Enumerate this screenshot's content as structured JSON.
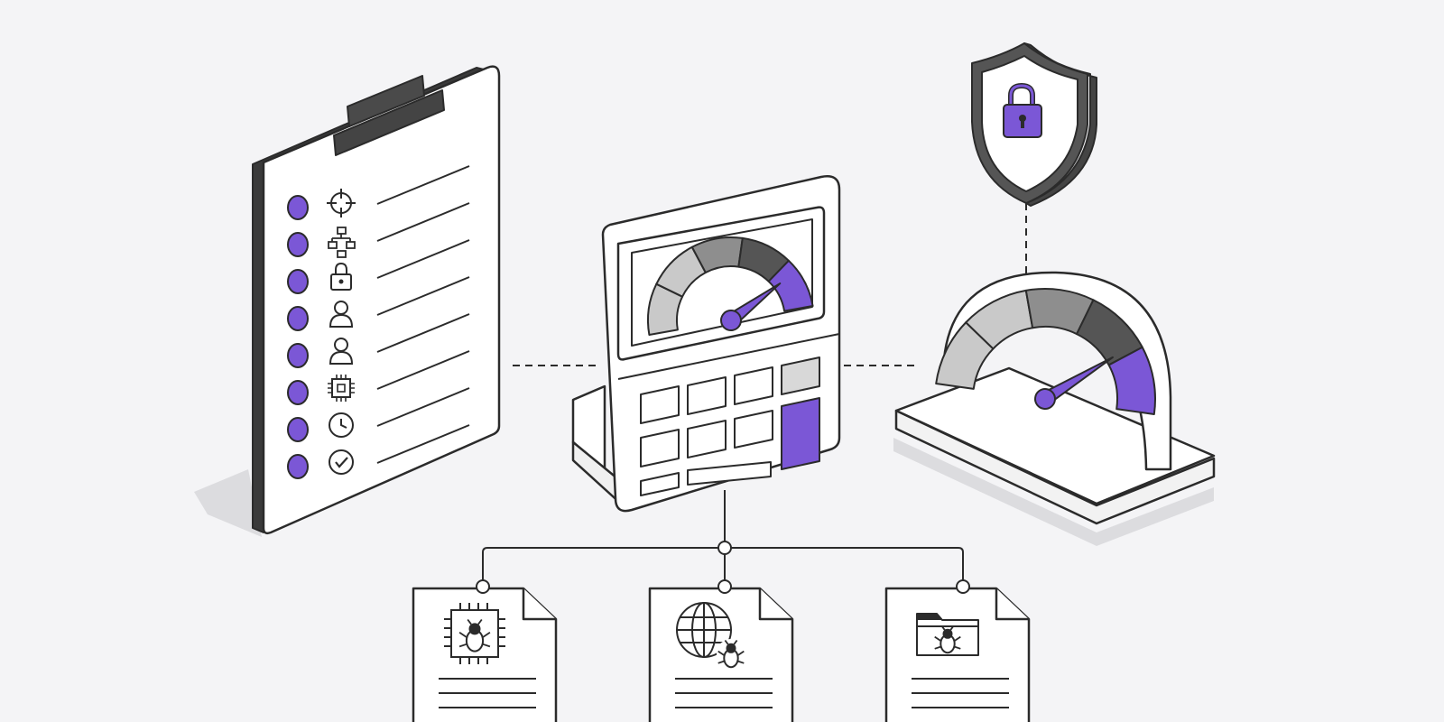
{
  "palette": {
    "background": "#f4f4f6",
    "ink": "#2b2b2b",
    "accent": "#7b57d6",
    "gray_light": "#c9c9c9",
    "gray_mid": "#8e8e8e",
    "gray_dark": "#555555",
    "surface": "#ffffff",
    "shadow": "#dcdcdf"
  },
  "illustration": {
    "checklist": {
      "items": [
        {
          "icon": "crosshair-icon"
        },
        {
          "icon": "hierarchy-icon"
        },
        {
          "icon": "lock-icon"
        },
        {
          "icon": "user-icon"
        },
        {
          "icon": "user-icon"
        },
        {
          "icon": "chip-icon"
        },
        {
          "icon": "clock-icon"
        },
        {
          "icon": "check-circle-icon"
        }
      ]
    },
    "calculator": {
      "gauge_level": 0.85,
      "keypad_highlight": "accent"
    },
    "speedometer": {
      "gauge_level": 0.78
    },
    "shield": {
      "icon": "padlock-icon"
    },
    "documents": [
      {
        "icon": "chip-bug-icon"
      },
      {
        "icon": "globe-bug-icon"
      },
      {
        "icon": "folder-bug-icon"
      }
    ]
  }
}
